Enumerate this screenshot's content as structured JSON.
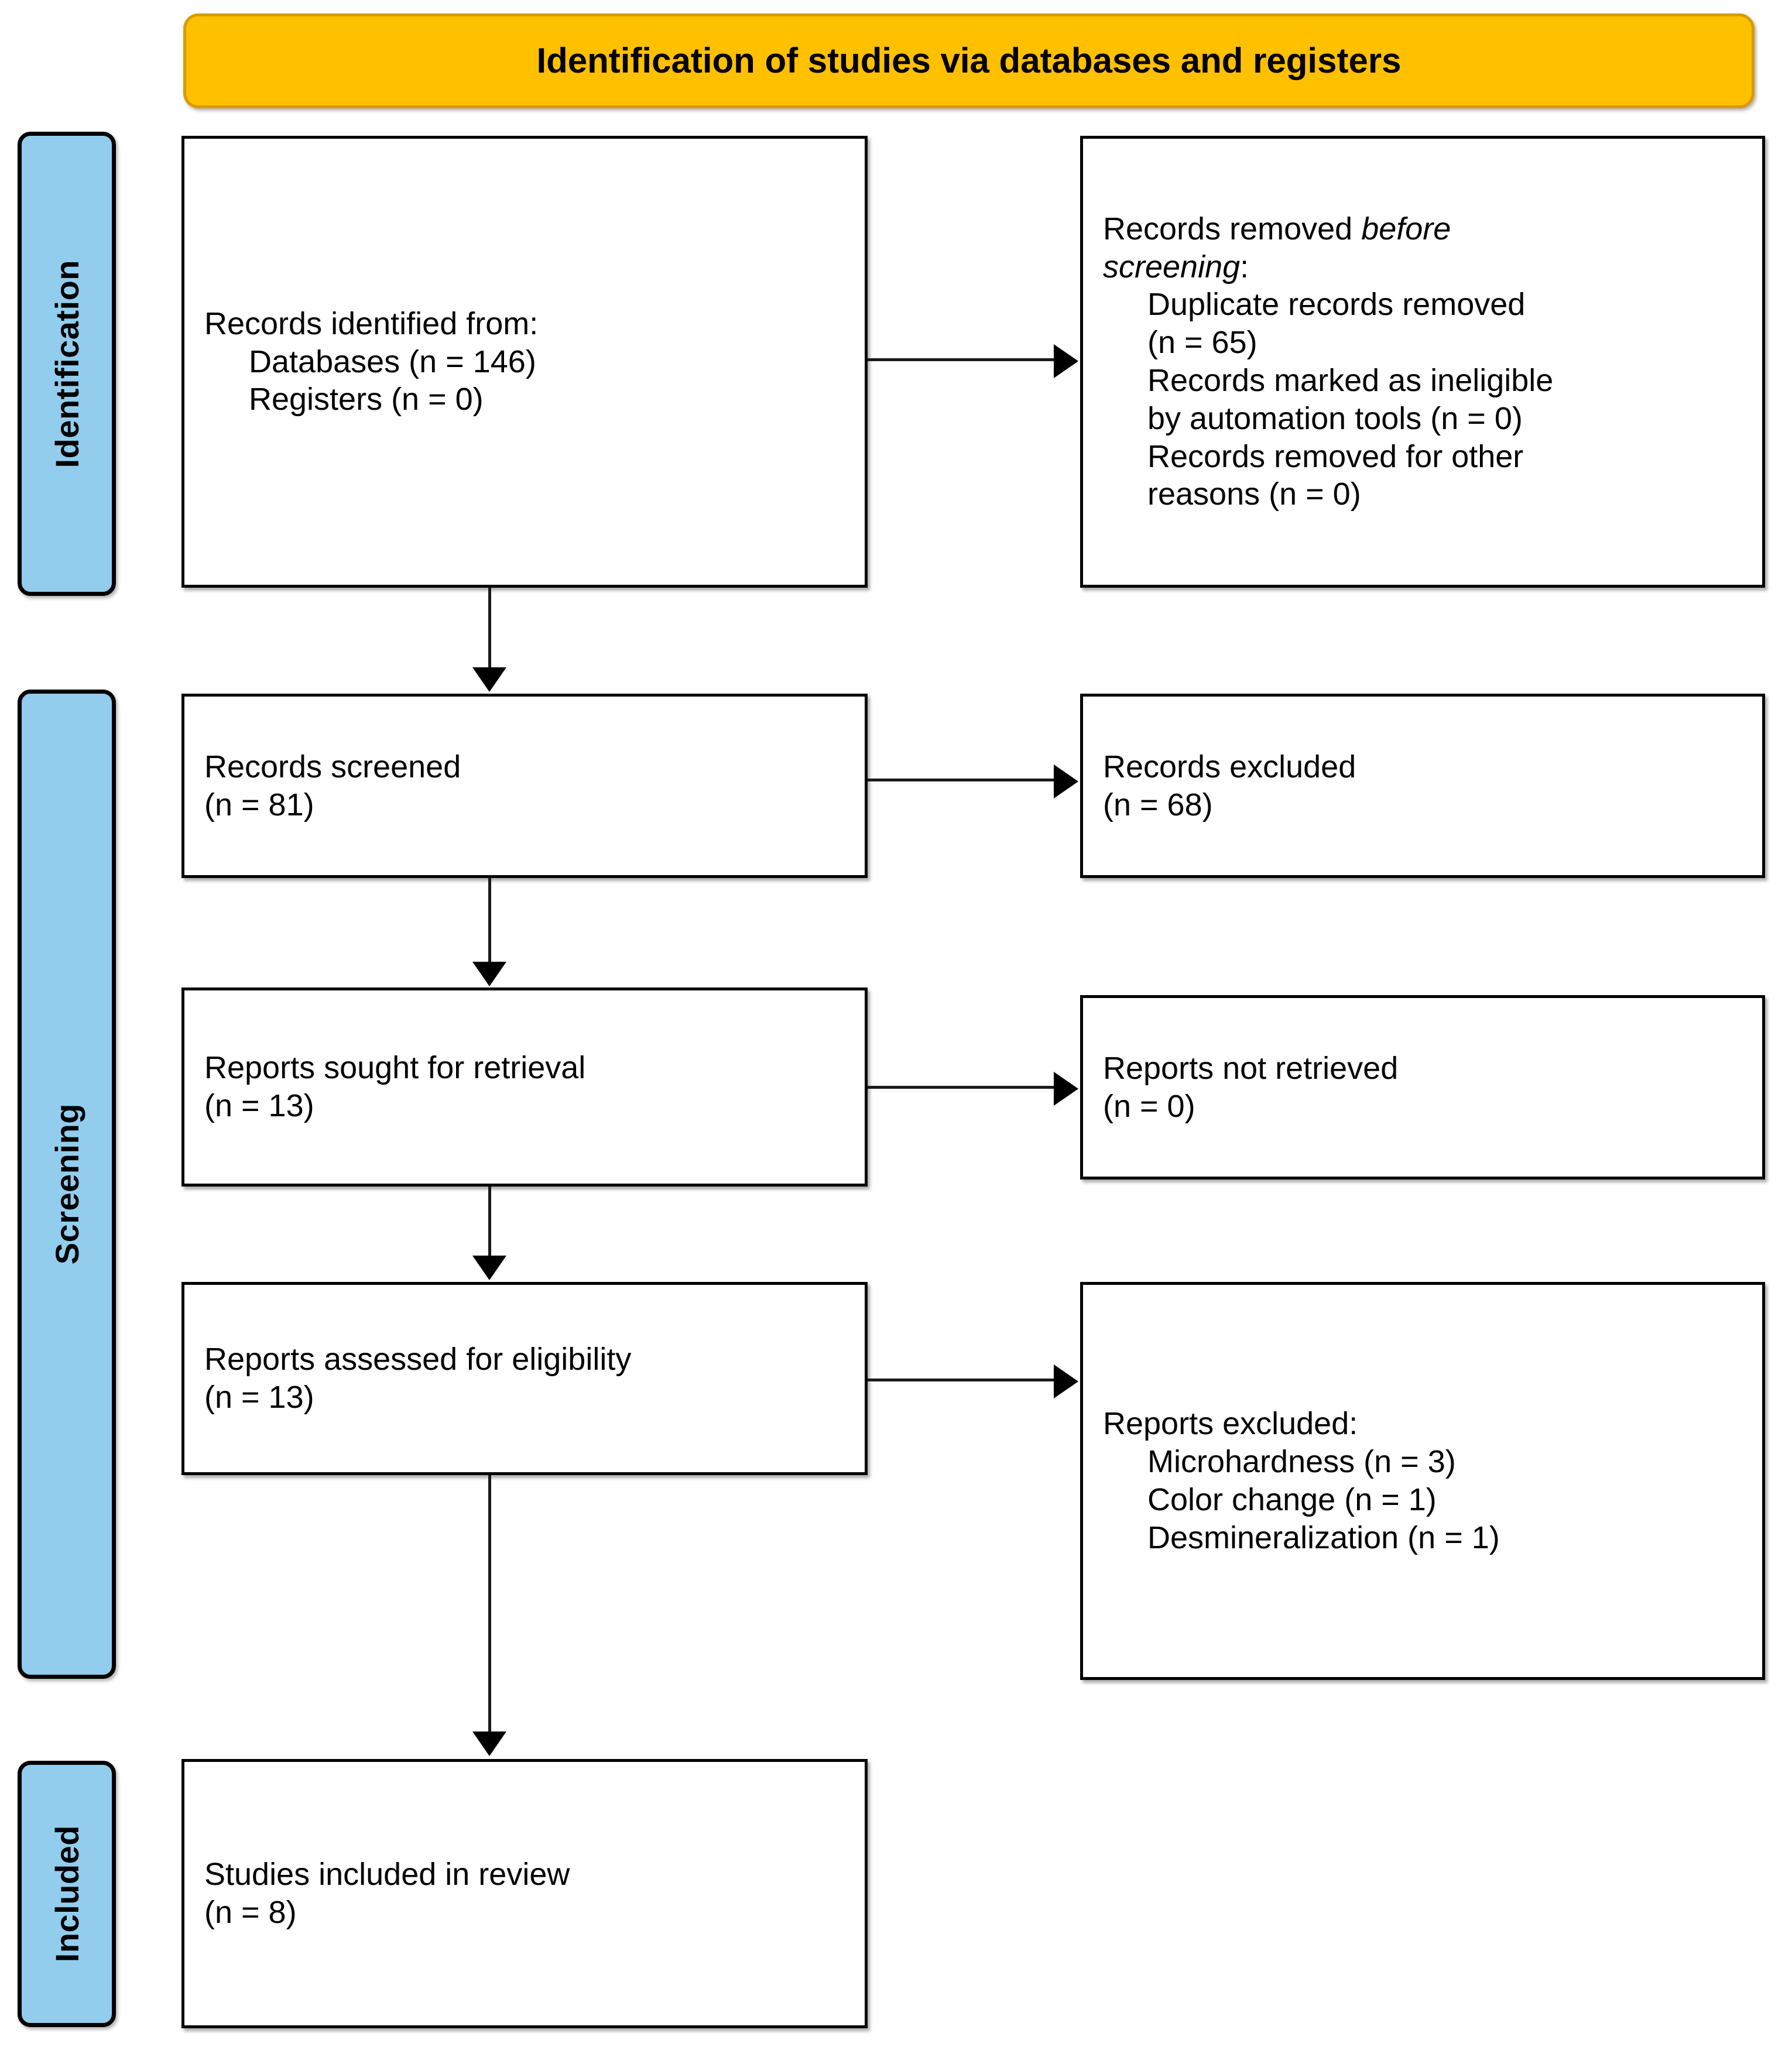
{
  "diagram": {
    "type": "prisma-2020-flow-diagram",
    "banner": {
      "title": "Identification of studies via databases and registers",
      "fill_color": "#FFC000",
      "border_color": "#D99B00"
    },
    "stages": [
      {
        "id": "identification",
        "label": "Identification",
        "fill_color": "#92CDEE"
      },
      {
        "id": "screening",
        "label": "Screening",
        "fill_color": "#92CDEE"
      },
      {
        "id": "included",
        "label": "Included",
        "fill_color": "#92CDEE"
      }
    ],
    "boxes": {
      "identified": {
        "line1": "Records identified from:",
        "line2": "Databases (n = 146)",
        "line3": "Registers (n = 0)"
      },
      "removed_before": {
        "line1": "Records removed ",
        "line1_italic": "before",
        "line2_italic": "screening",
        "line2_tail": ":",
        "line3": "Duplicate records removed",
        "line4": "(n = 65)",
        "line5": "Records marked as ineligible",
        "line6": "by automation tools (n = 0)",
        "line7": "Records removed for other",
        "line8": "reasons (n = 0)"
      },
      "screened": {
        "line1": "Records screened",
        "line2": "(n = 81)"
      },
      "excluded_records": {
        "line1": "Records excluded",
        "line2": "(n = 68)"
      },
      "sought": {
        "line1": "Reports sought for retrieval",
        "line2": "(n = 13)"
      },
      "not_retrieved": {
        "line1": "Reports not retrieved",
        "line2": "(n = 0)"
      },
      "assessed": {
        "line1": "Reports assessed for eligibility",
        "line2": "(n = 13)"
      },
      "reports_excluded": {
        "line1": "Reports excluded:",
        "line2": "Microhardness (n = 3)",
        "line3": "Color change (n = 1)",
        "line4": "Desmineralization (n = 1)"
      },
      "included": {
        "line1": "Studies included in review",
        "line2": "(n = 8)"
      }
    },
    "counts": {
      "databases": 146,
      "registers": 0,
      "duplicates_removed": 65,
      "ineligible_automation": 0,
      "removed_other": 0,
      "records_screened": 81,
      "records_excluded": 68,
      "reports_sought": 13,
      "reports_not_retrieved": 0,
      "reports_assessed": 13,
      "excluded_microhardness": 3,
      "excluded_color_change": 1,
      "excluded_desmineralization": 1,
      "studies_included": 8
    }
  }
}
